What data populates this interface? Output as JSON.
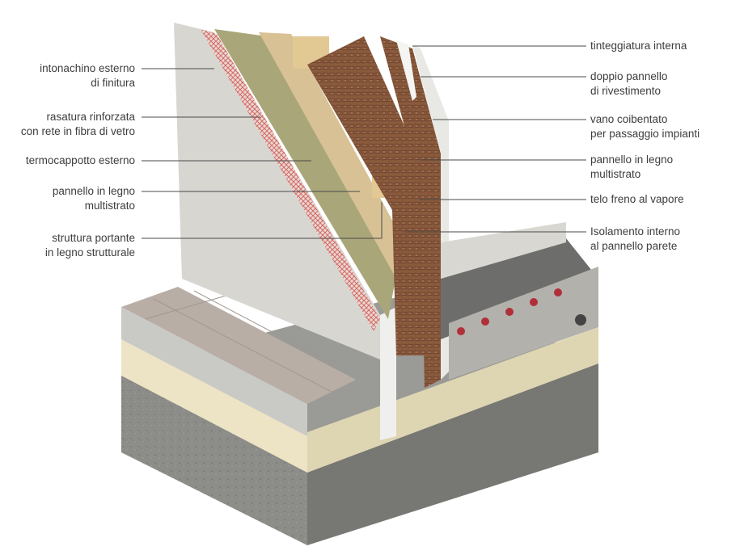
{
  "labels_left": [
    {
      "id": "intonachino",
      "lines": [
        "intonachino esterno",
        "di finitura"
      ]
    },
    {
      "id": "rasatura",
      "lines": [
        "rasatura rinforzata",
        "con rete in fibra di vetro"
      ]
    },
    {
      "id": "termocappotto",
      "lines": [
        "termocappotto esterno"
      ]
    },
    {
      "id": "pannello-ext",
      "lines": [
        "pannello in legno",
        "multistrato"
      ]
    },
    {
      "id": "struttura",
      "lines": [
        "struttura portante",
        "in legno strutturale"
      ]
    }
  ],
  "labels_right": [
    {
      "id": "tinteggiatura",
      "lines": [
        "tinteggiatura interna"
      ]
    },
    {
      "id": "doppio",
      "lines": [
        "doppio pannello",
        "di rivestimento"
      ]
    },
    {
      "id": "vano",
      "lines": [
        "vano coibentato",
        "per passaggio impianti"
      ]
    },
    {
      "id": "pannello-int",
      "lines": [
        "pannello in legno",
        "multistrato"
      ]
    },
    {
      "id": "telo",
      "lines": [
        "telo freno al vapore"
      ]
    },
    {
      "id": "isolamento",
      "lines": [
        "Isolamento interno",
        "al pannello parete"
      ]
    }
  ],
  "colors": {
    "concrete": "#8e8e8a",
    "plaster": "#d9d7d2",
    "mesh": "#d98a86",
    "insulation_green": "#a9a77a",
    "plywood": "#d8c194",
    "woodfiber": "#8a5a3c",
    "leader_line": "#4a4a4a"
  }
}
